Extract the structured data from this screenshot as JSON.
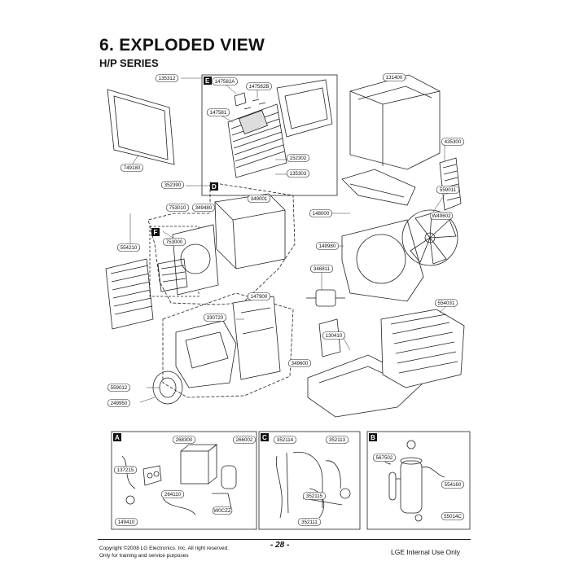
{
  "page": {
    "title": "6. EXPLODED VIEW",
    "subtitle": "H/P SERIES"
  },
  "sections": {
    "E": "E",
    "D": "D",
    "F": "F",
    "A": "A",
    "C": "C",
    "B": "B"
  },
  "parts": {
    "p135312": "135312",
    "p749180": "749180",
    "p147582A": "147582A",
    "p147582B": "147582B",
    "p147581": "147581",
    "p152302": "152302",
    "p135303": "135303",
    "p131400": "131400",
    "p435300": "435300",
    "p352390": "352390",
    "p349001": "349001",
    "p753010": "753010",
    "p349480": "349480",
    "p753000": "753000",
    "p148000": "148000",
    "p559011": "559011",
    "pW49602": "W49602",
    "p554210": "554210",
    "p149980": "149980",
    "p346811": "346811",
    "p147900": "147900",
    "p330720": "330720",
    "p554031": "554031",
    "p130410": "130410",
    "p349600": "349600",
    "p559012": "559012",
    "p249950": "249950",
    "p268300": "268300",
    "p266002": "266002",
    "p137215": "137215",
    "p264110": "264110",
    "pW0CZZ": "W0CZZ",
    "p149410": "149410",
    "p352114": "352114",
    "p352113": "352113",
    "p352115": "352115",
    "p352111": "352111",
    "p567502": "567502",
    "p554160": "554160",
    "p55014C": "55014C"
  },
  "footer": {
    "copyright": "Copyright ©2008 LG Electronics. Inc. All right reserved.",
    "usage": "Only for training and service purposes",
    "page_number": "- 28 -",
    "internal": "LGE Internal Use Only"
  }
}
